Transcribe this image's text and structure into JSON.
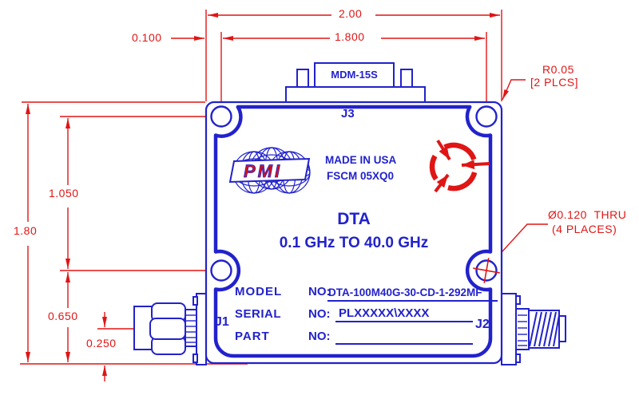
{
  "colors": {
    "line_blue": "#2222cc",
    "dim_red": "#e01515"
  },
  "dimensions": {
    "overall_width": "2.00",
    "hole_span_width": "1.800",
    "edge_to_hole": "0.100",
    "overall_height": "1.80",
    "hole_span_height": "1.050",
    "hole_to_base": "0.650",
    "connector_center_height": "0.250"
  },
  "notes": {
    "corner_radius": "R0.05",
    "corner_radius_places": "[2 PLCS]",
    "hole_diameter": "Ø0.120  THRU",
    "hole_places": "(4 PLACES)"
  },
  "connectors": {
    "top": "MDM-15S",
    "top_port": "J3",
    "left_port": "J1",
    "right_port": "J2"
  },
  "label_plate": {
    "brand": "PMI",
    "made_in": "MADE IN USA",
    "cage_code": "FSCM 05XQ0",
    "product": "DTA",
    "frequency_range": "0.1 GHz TO 40.0 GHz",
    "fields": [
      {
        "label": "MODEL",
        "no": "NO:",
        "value": "DTA-100M40G-30-CD-1-292MF"
      },
      {
        "label": "SERIAL",
        "no": "NO:",
        "value": "PLXXXXX\\XXXX"
      },
      {
        "label": "PART",
        "no": "NO:",
        "value": ""
      }
    ]
  }
}
